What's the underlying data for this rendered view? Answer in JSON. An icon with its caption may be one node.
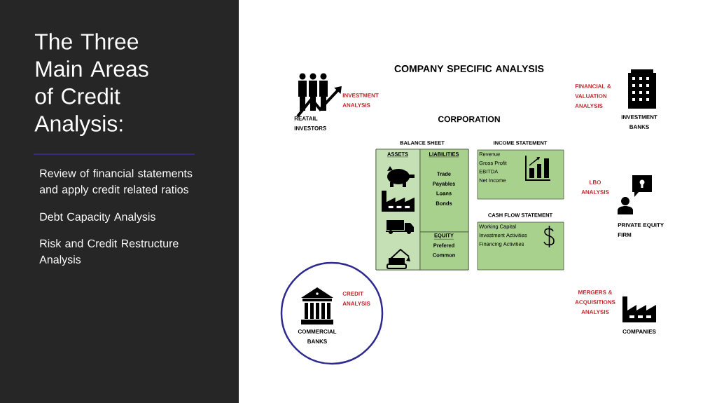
{
  "diagram": {
    "title": "The Three Main Areas of Credit Analysis:",
    "nodes": [
      {
        "text": [
          "BALANCE SHEET"
        ]
      },
      {
        "text": [
          "ASSETS"
        ],
        "in": 0
      },
      {
        "text": [
          "LIABILITIES",
          "Trade",
          "Payables",
          "Loans",
          "Bonds"
        ],
        "in": 0
      },
      {
        "text": [
          "EQUITY",
          "Prefered",
          "Common"
        ],
        "in": 0
      },
      {
        "text": [
          "INCOME STATEMENT",
          "Revenue",
          "Gross Profit",
          "EBITDA",
          "Net Income"
        ]
      },
      {
        "text": [
          "CASH FLOW STATEMENT",
          "Working Capital",
          "Investment Activities",
          "Financing Activities"
        ]
      },
      {
        "text": [
          "CREDIT ANALYSIS",
          "COMMERCIAL BANKS"
        ]
      }
    ],
    "labels": [
      "Review of financial statements and apply credit related ratios",
      "Debt Capacity Analysis",
      "Risk and Credit Restructure Analysis",
      "COMPANY SPECIFIC ANALYSIS",
      "INVESTMENT ANALYSIS",
      "FINANCIAL & VALUATION ANALYSIS",
      "REATAIL INVESTORS",
      "CORPORATION",
      "INVESTMENT BANKS",
      "LBO ANALYSIS",
      "PRIVATE EQUITY FIRM",
      "MERGERS & ACQUISITIONS ANALYSIS",
      "COMPANIES"
    ]
  }
}
